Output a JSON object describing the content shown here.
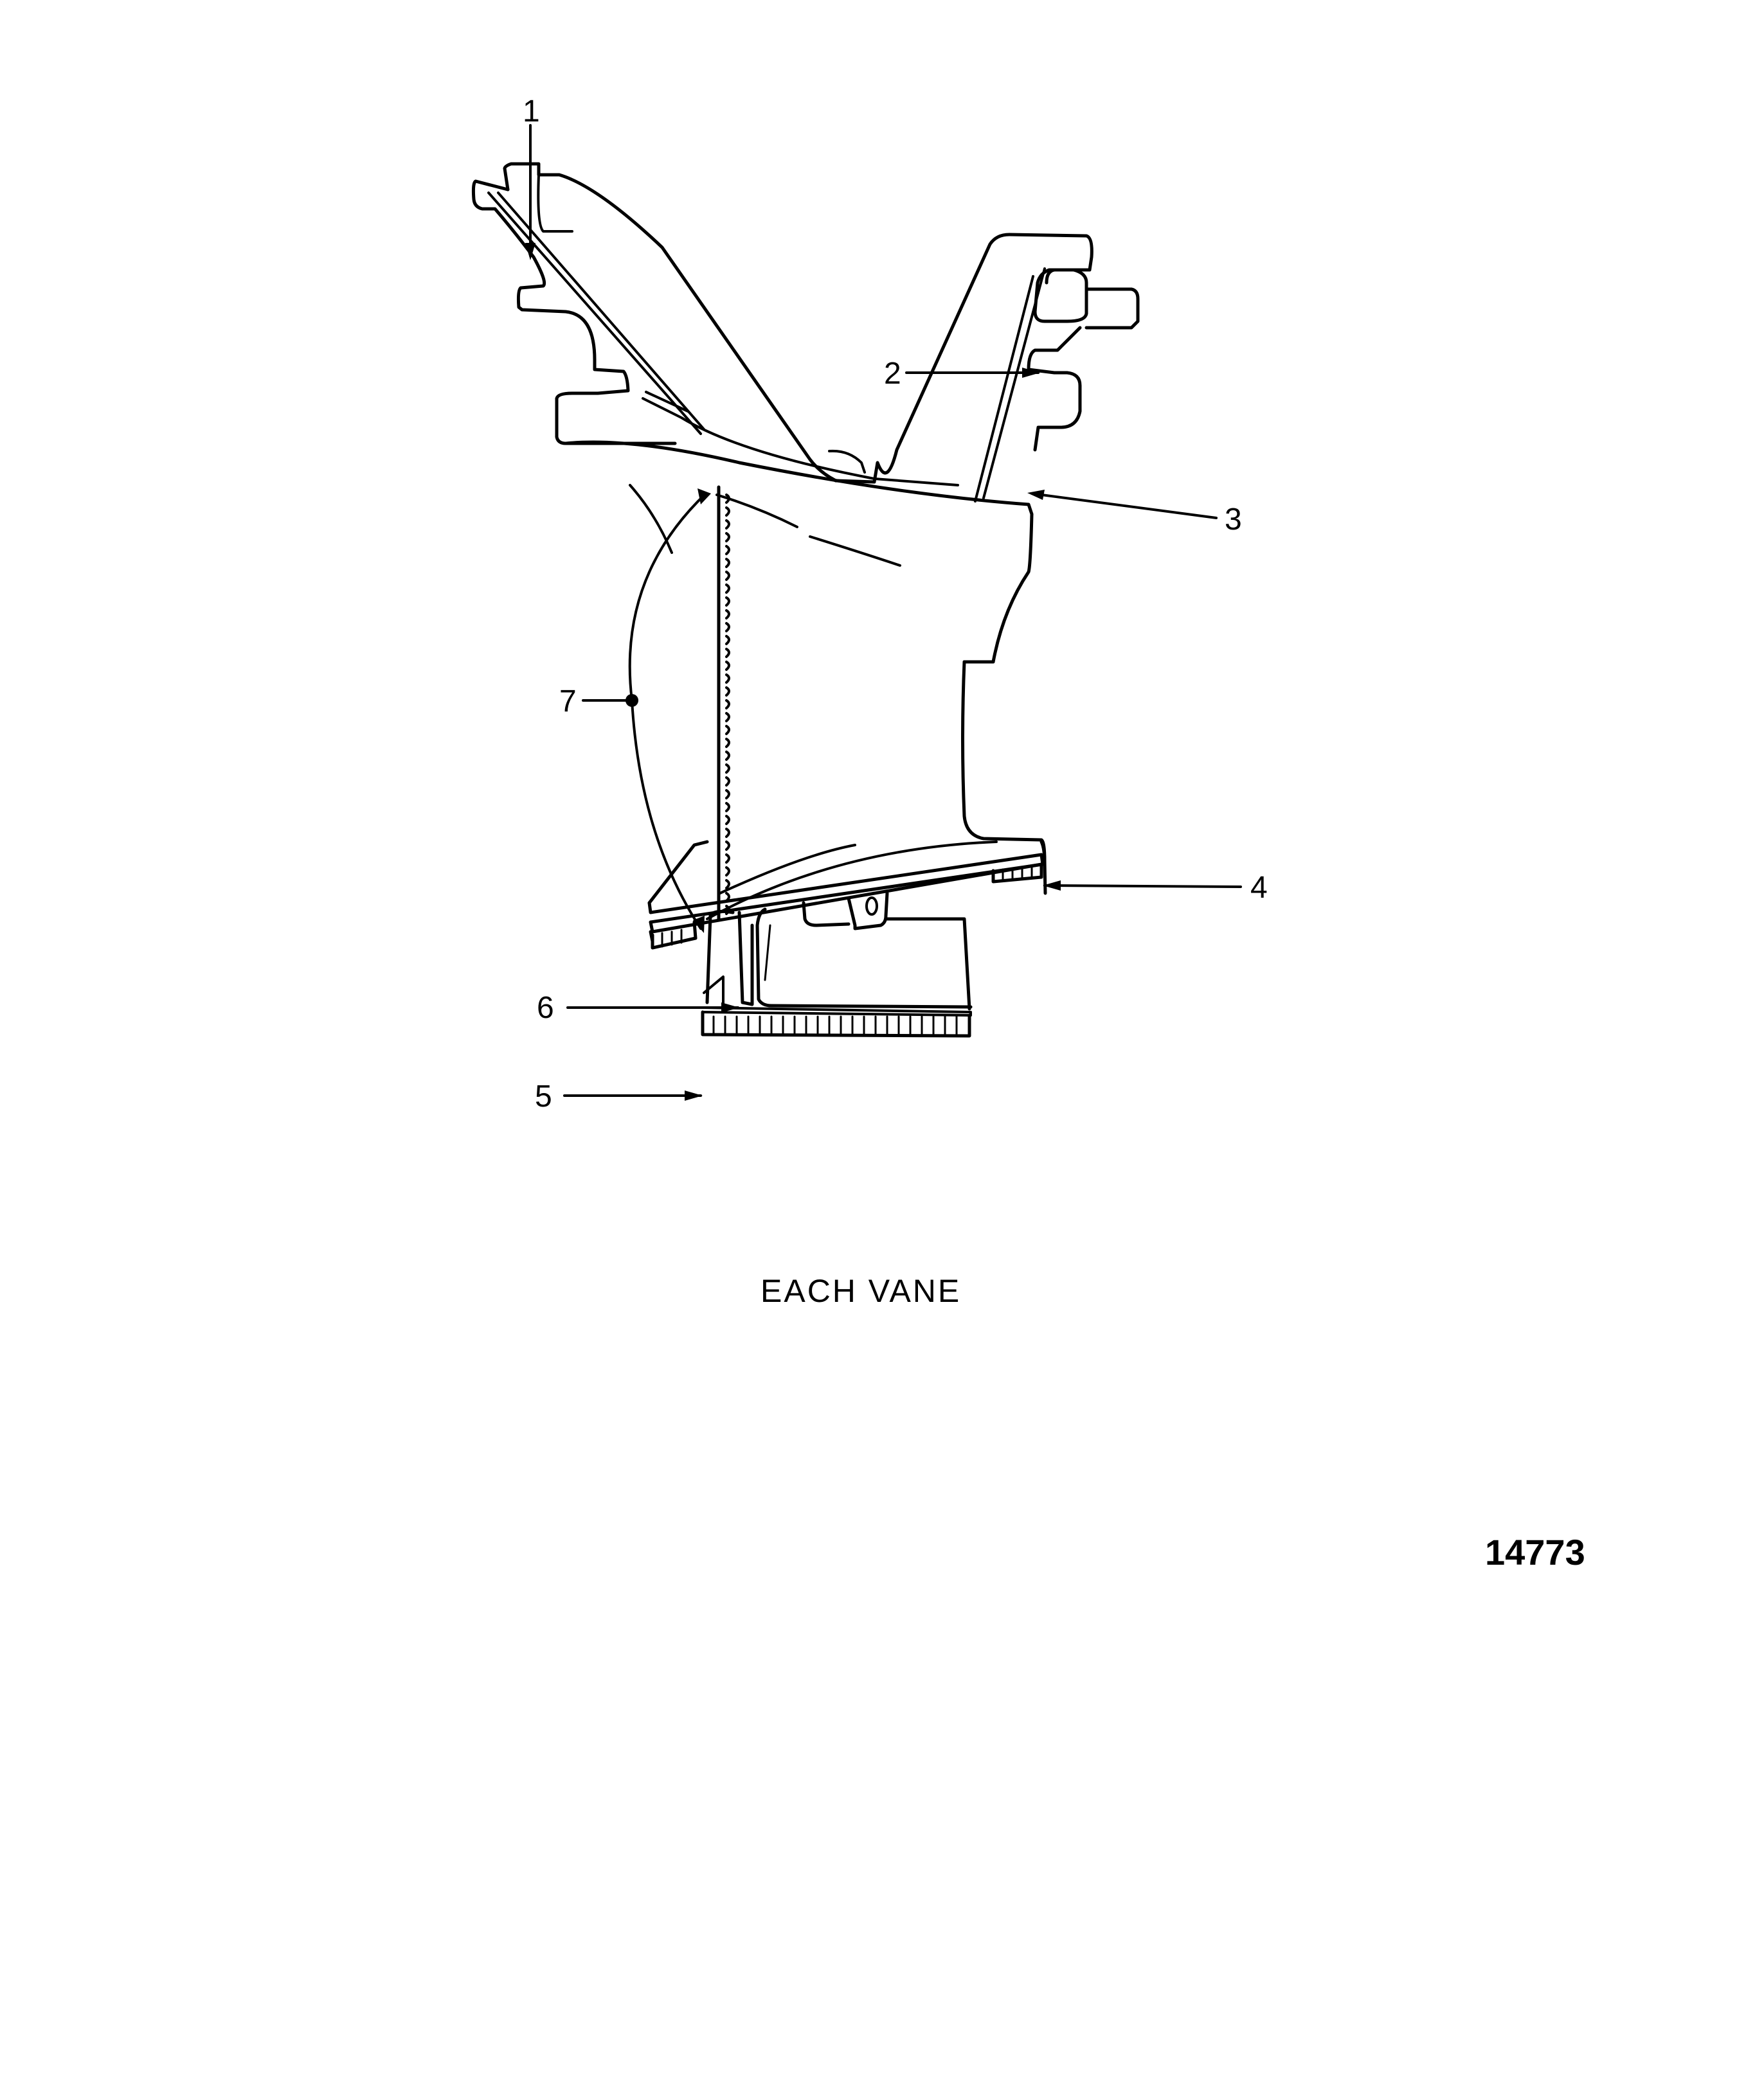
{
  "figure": {
    "caption": "EACH VANE",
    "figure_number": "14773",
    "subject": "turbine vane"
  },
  "callouts": [
    {
      "id": "1",
      "label": "1"
    },
    {
      "id": "2",
      "label": "2"
    },
    {
      "id": "3",
      "label": "3"
    },
    {
      "id": "4",
      "label": "4"
    },
    {
      "id": "5",
      "label": "5"
    },
    {
      "id": "6",
      "label": "6"
    },
    {
      "id": "7",
      "label": "7"
    }
  ],
  "colors": {
    "line": "#000000",
    "background": "#ffffff"
  }
}
